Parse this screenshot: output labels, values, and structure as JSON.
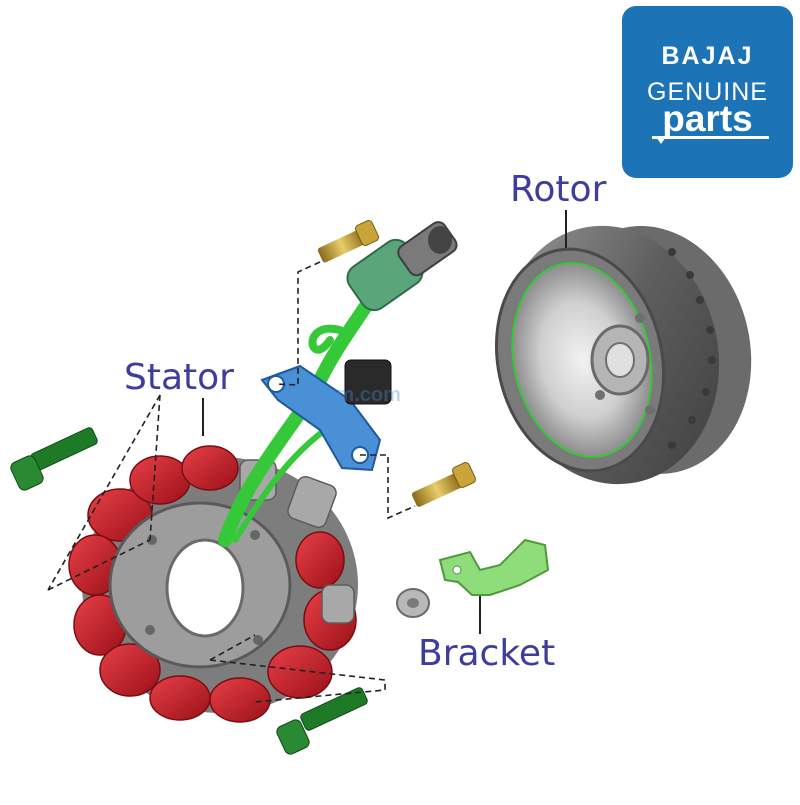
{
  "labels": {
    "rotor": "Rotor",
    "stator": "Stator",
    "bracket": "Bracket"
  },
  "badge": {
    "line1": "BAJAJ",
    "line2": "GENUINE",
    "line3": "parts",
    "background_color": "#1c73b6"
  },
  "watermark": {
    "text": "gpm.com"
  },
  "colors": {
    "label_text": "#3d3d9e",
    "coil": "#c8202a",
    "wire": "#35c93a",
    "bolt_green": "#1f7a28",
    "bolt_brass": "#c9a43a",
    "sensor_plate": "#4a90d6",
    "bracket": "#8fdc7a",
    "metal": "#8a8a8a"
  }
}
